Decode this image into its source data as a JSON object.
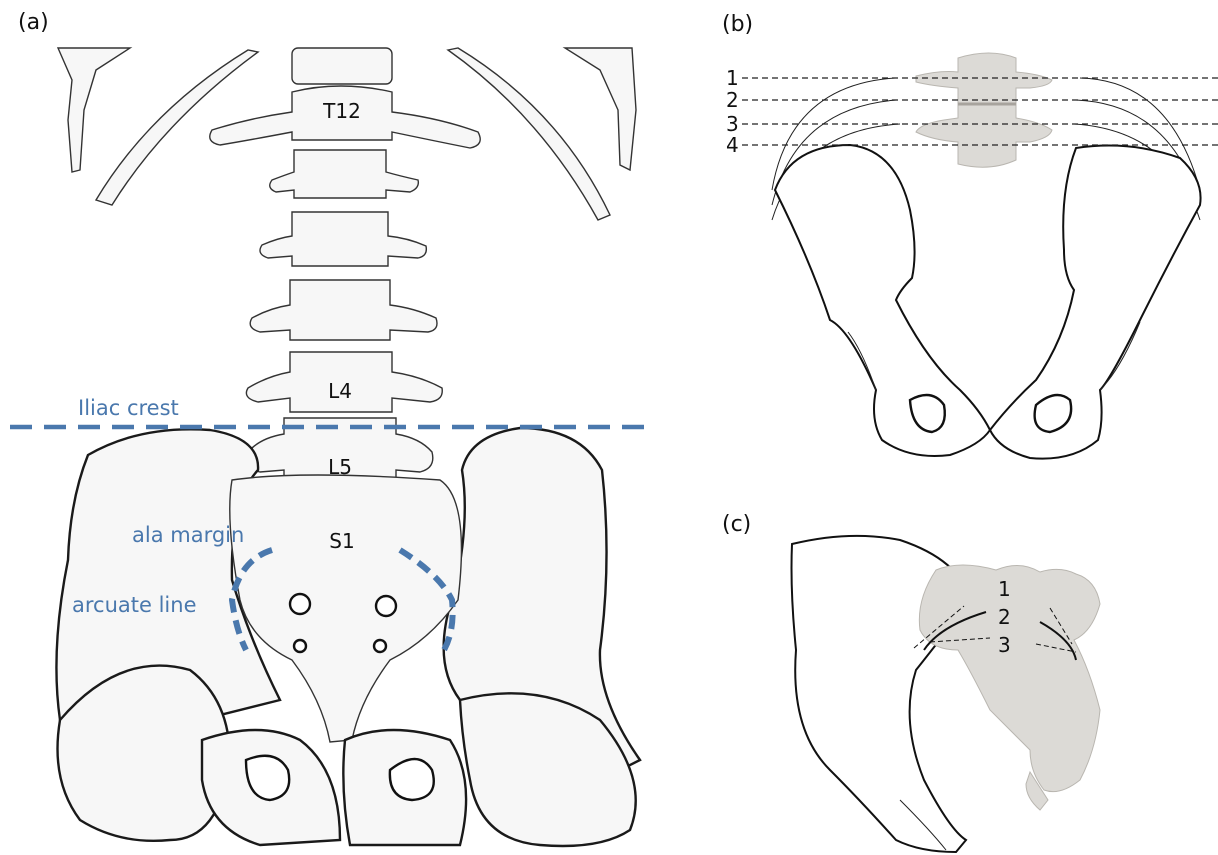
{
  "panels": {
    "a": {
      "label": "(a)",
      "vertebra_labels": [
        "T12",
        "L4",
        "L5",
        "S1"
      ],
      "annotations": {
        "iliac_crest": "Iliac crest",
        "ala_margin": "ala margin",
        "arcuate_line": "arcuate line"
      },
      "annotation_color": "#4a78ad"
    },
    "b": {
      "label": "(b)",
      "levels": [
        "1",
        "2",
        "3",
        "4"
      ]
    },
    "c": {
      "label": "(c)",
      "levels": [
        "1",
        "2",
        "3"
      ]
    }
  }
}
